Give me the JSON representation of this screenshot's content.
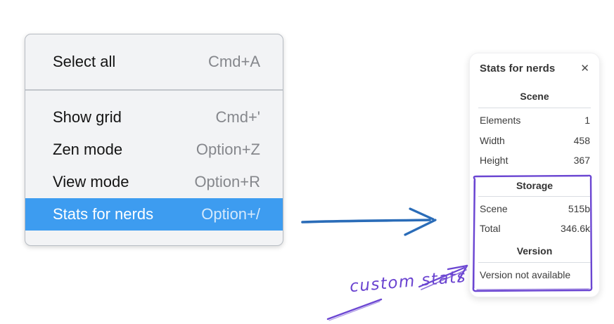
{
  "menu": {
    "items": [
      {
        "label": "Select all",
        "shortcut": "Cmd+A"
      },
      {
        "label": "Show grid",
        "shortcut": "Cmd+'"
      },
      {
        "label": "Zen mode",
        "shortcut": "Option+Z"
      },
      {
        "label": "View mode",
        "shortcut": "Option+R"
      },
      {
        "label": "Stats for nerds",
        "shortcut": "Option+/"
      }
    ],
    "highlighted_item": "Stats for nerds"
  },
  "stats_panel": {
    "title": "Stats for nerds",
    "close_icon": "✕",
    "sections": [
      {
        "header": "Scene",
        "rows": [
          {
            "label": "Elements",
            "value": "1"
          },
          {
            "label": "Width",
            "value": "458"
          },
          {
            "label": "Height",
            "value": "367"
          }
        ]
      },
      {
        "header": "Storage",
        "rows": [
          {
            "label": "Scene",
            "value": "515b"
          },
          {
            "label": "Total",
            "value": "346.6k"
          }
        ]
      },
      {
        "header": "Version",
        "note": "Version not available"
      }
    ]
  },
  "annotation": {
    "label": "custom stats"
  },
  "colors": {
    "highlight_blue": "#3d9cf0",
    "arrow_blue": "#2a6cb8",
    "annotation_purple": "#6b46d2",
    "menu_bg": "#f2f3f5"
  }
}
